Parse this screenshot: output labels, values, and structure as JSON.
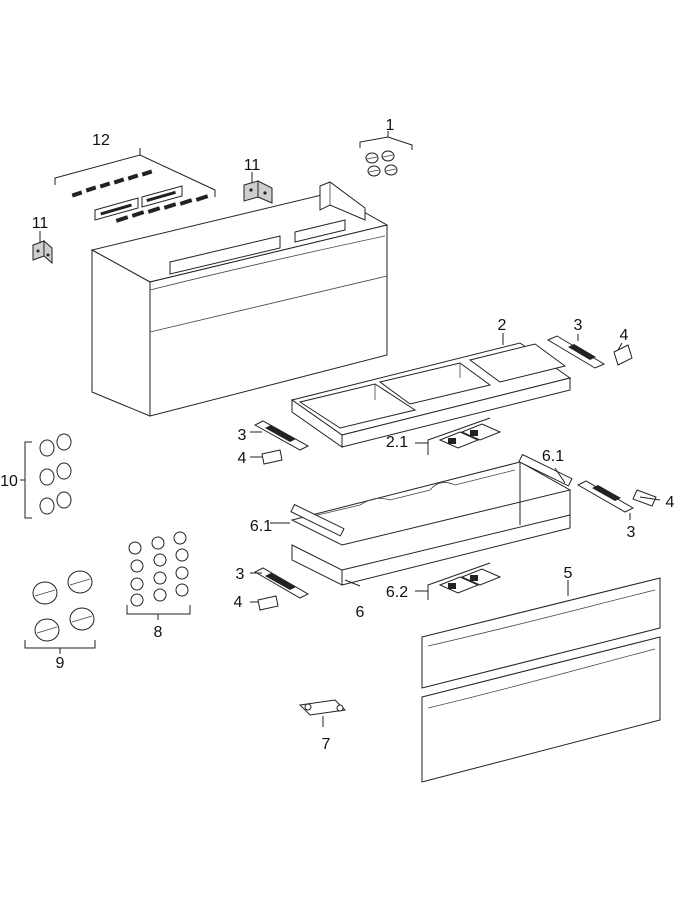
{
  "labels": {
    "l1": "1",
    "l2": "2",
    "l2_1": "2.1",
    "l3a": "3",
    "l3b": "3",
    "l3c": "3",
    "l3d": "3",
    "l4a": "4",
    "l4b": "4",
    "l4c": "4",
    "l4d": "4",
    "l5": "5",
    "l6": "6",
    "l6_1a": "6.1",
    "l6_1b": "6.1",
    "l6_2": "6.2",
    "l7": "7",
    "l8": "8",
    "l9": "9",
    "l10": "10",
    "l11a": "11",
    "l11b": "11",
    "l12": "12"
  }
}
